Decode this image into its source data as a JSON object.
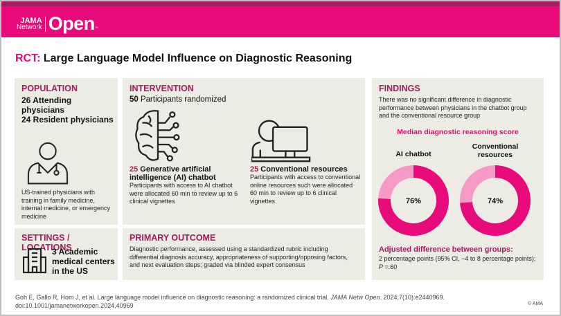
{
  "logo": {
    "line1": "JAMA",
    "line2": "Network",
    "brand": "Open",
    "tm": "™"
  },
  "title": {
    "prefix": "RCT:",
    "text": " Large Language Model Influence on Diagnostic Reasoning"
  },
  "population": {
    "heading": "POPULATION",
    "line1": "26 Attending physicians",
    "line2": "24 Resident physicians",
    "icon": "physician-icon",
    "description": "US-trained physicians with training in family medicine, internal medicine, or emergency medicine"
  },
  "intervention": {
    "heading": "INTERVENTION",
    "randomized_num": "50",
    "randomized_text": " Participants randomized",
    "groups": [
      {
        "icon": "brain-circuit-icon",
        "num": "25",
        "title": " Generative artificial intelligence (AI) chatbot",
        "description": "Participants with access to AI chatbot were allocated 60 min to review up to 6 clinical vignettes"
      },
      {
        "icon": "person-computer-icon",
        "num": "25",
        "title": " Conventional resources",
        "description": "Participants with access to conventional online resources such were allocated 60 min to review up to 6 clinical vignettes"
      }
    ]
  },
  "settings": {
    "heading": "SETTINGS / LOCATIONS",
    "icon": "hospital-building-icon",
    "text": "3 Academic medical centers in the US"
  },
  "primary_outcome": {
    "heading": "PRIMARY OUTCOME",
    "text": "Diagnostic performance, assessed using a standardized rubric including differential diagnosis accuracy, appropriateness of supporting/opposing factors, and next evaluation steps; graded via blinded expert consensus"
  },
  "findings": {
    "heading": "FINDINGS",
    "summary": "There was no significant difference in diagnostic performance between physicians in the chatbot group and the conventional resource group",
    "chart_title": "Median diagnostic reasoning score",
    "adjusted_heading": "Adjusted difference between groups:",
    "adjusted_text": "2 percentage points (95% CI, −4 to 8 percentage points);",
    "p_label": "P",
    "p_value": " =.60"
  },
  "chart_data": {
    "type": "pie",
    "title": "Median diagnostic reasoning score",
    "series": [
      {
        "name": "AI chatbot",
        "value": 76,
        "label": "76%"
      },
      {
        "name": "Conventional resources",
        "value": 74,
        "label": "74%"
      }
    ],
    "max": 100,
    "colors": {
      "value": "#e8097a",
      "remainder": "#f59ac6"
    }
  },
  "citation": {
    "authors": "Goh E, Gallo R, Hom J, et al. Large language model influence on diagnostic reasoning: a randomized clinical trial. ",
    "journal": "JAMA Netw Open",
    "rest": ". 2024;7(10):e2440969.",
    "doi": "doi:10.1001/jamanetworkopen.2024.40969"
  },
  "copyright": "© AMA"
}
